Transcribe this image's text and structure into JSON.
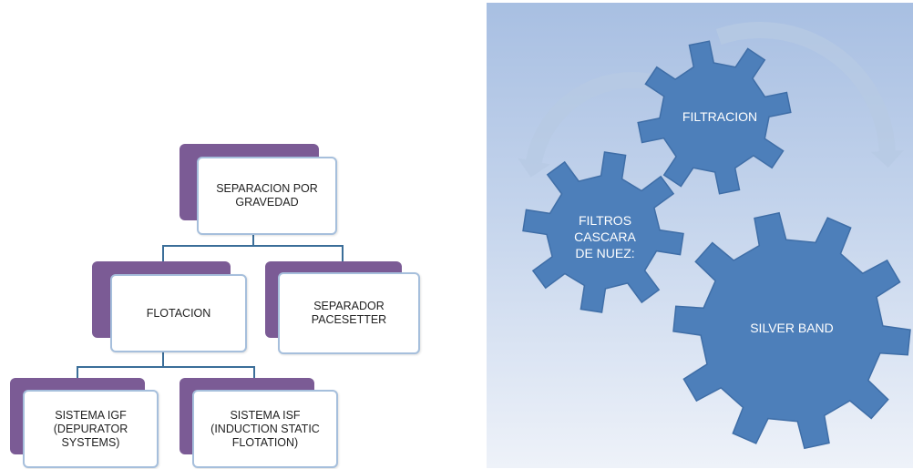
{
  "hierarchy": {
    "root": "SEPARACION POR\nGRAVEDAD",
    "level1": [
      "FLOTACION",
      "SEPARADOR\nPACESETTER"
    ],
    "level2": [
      "SISTEMA IGF\n(DEPURATOR\nSYSTEMS)",
      "SISTEMA ISF\n(INDUCTION STATIC\nFLOTATION)"
    ]
  },
  "gears": {
    "top": "FILTRACION",
    "left": "FILTROS\nCASCARA\nDE NUEZ:",
    "large": "SILVER BAND"
  },
  "colors": {
    "tab_purple": "#7b5b95",
    "card_border": "#a6bfdc",
    "connector": "#3b6e99",
    "gear_fill": "#4d7fba",
    "gear_stroke": "#3f6ea7",
    "arrow": "#b7c9e3"
  }
}
